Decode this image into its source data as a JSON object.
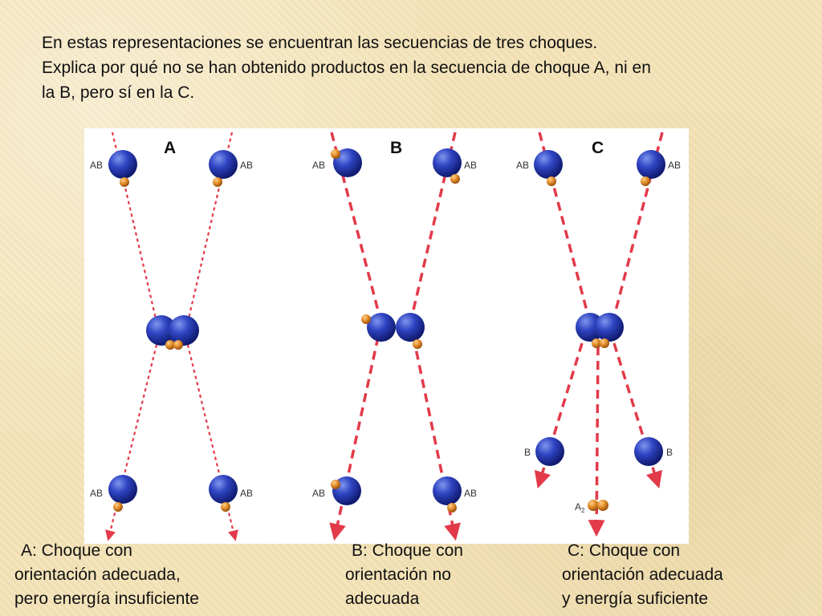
{
  "question": {
    "line1": "En estas representaciones se encuentran las secuencias de tres choques.",
    "line2": "Explica por qué no se han obtenido productos en la secuencia de choque A, ni en",
    "line3": "la B, pero sí en la C."
  },
  "diagram": {
    "panels": [
      {
        "letter": "A",
        "molecule_label": "AB"
      },
      {
        "letter": "B",
        "molecule_label": "AB"
      },
      {
        "letter": "C",
        "molecule_label": "AB",
        "product_b": "B",
        "product_a2": "A",
        "product_a2_sub": "2"
      }
    ],
    "colors": {
      "atom_large": "#2436a8",
      "atom_small": "#d8862a",
      "trajectory": "#e23a4a",
      "label": "#333333"
    }
  },
  "captions": [
    {
      "line1": "A: Choque con",
      "line2": "orientación adecuada,",
      "line3": "pero energía insuficiente"
    },
    {
      "line1": "B: Choque con",
      "line2": "orientación no",
      "line3": "adecuada"
    },
    {
      "line1": "C: Choque con",
      "line2": "orientación adecuada",
      "line3": "y energía suficiente"
    }
  ]
}
